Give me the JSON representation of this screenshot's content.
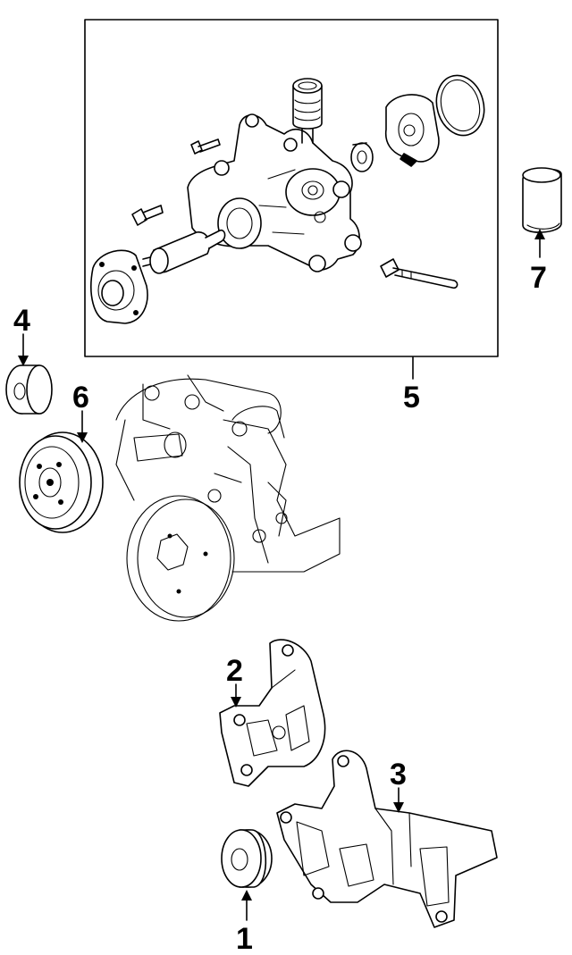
{
  "callouts": {
    "c1": "1",
    "c2": "2",
    "c3": "3",
    "c4": "4",
    "c5": "5",
    "c6": "6",
    "c7": "7"
  },
  "icons": {
    "arrow": "arrow-icon",
    "leader": "leader-line"
  },
  "colors": {
    "ink": "#000000",
    "paper": "#ffffff"
  }
}
